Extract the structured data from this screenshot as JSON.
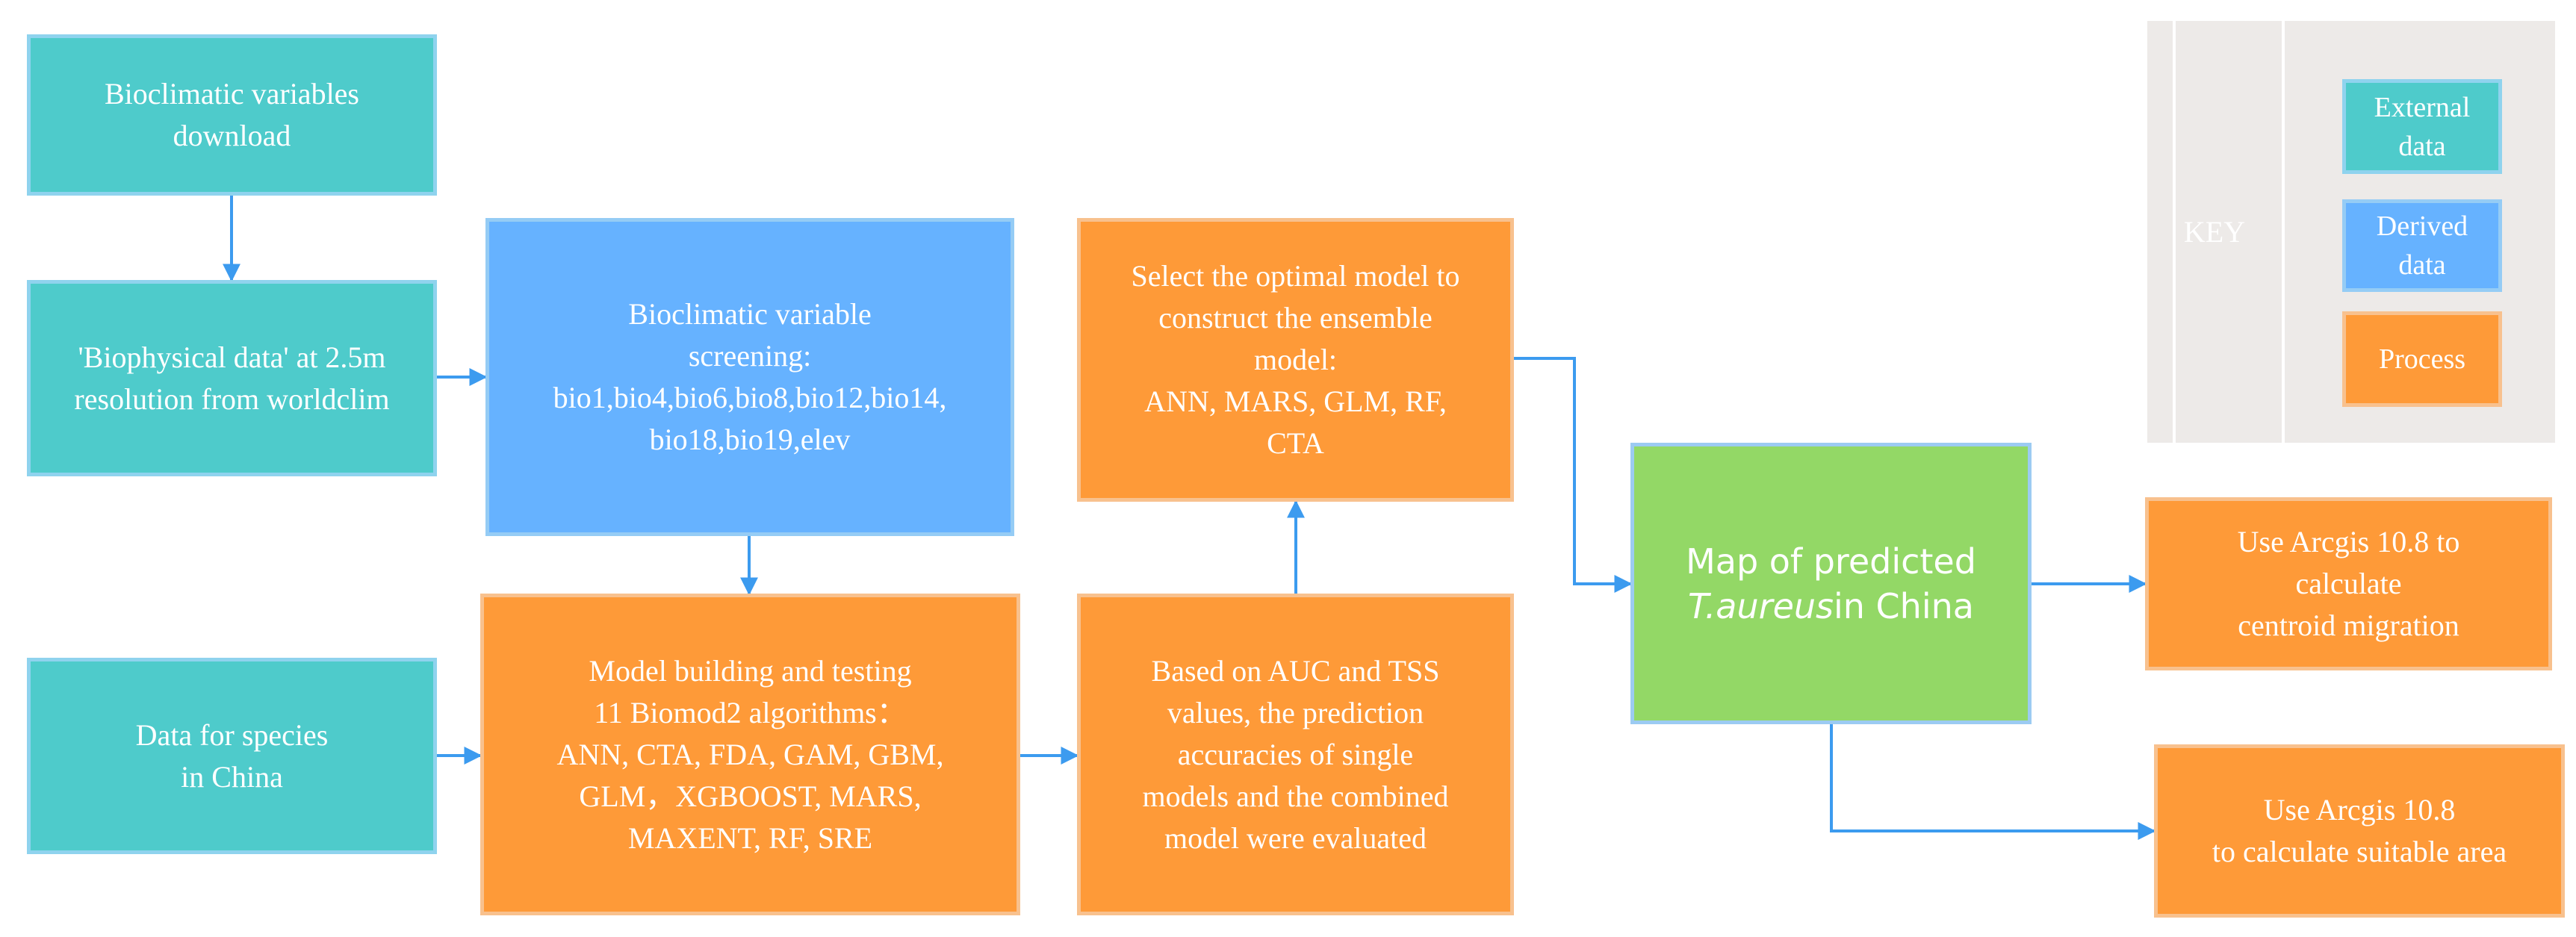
{
  "colors": {
    "external": "#4ECBCB",
    "derived": "#66B2FF",
    "process": "#FE9A38",
    "result": "#93D866",
    "arrow": "#3C9BEF",
    "key_panel": "#EDEAE8"
  },
  "nodes": {
    "bioclim_download": [
      "Bioclimatic variables",
      "download"
    ],
    "biophysical_data": [
      "'Biophysical data' at 2.5m",
      "resolution from worldclim"
    ],
    "species_data": [
      "Data for species",
      "in China"
    ],
    "variable_screening": [
      "Bioclimatic variable",
      "screening:",
      "bio1,bio4,bio6,bio8,bio12,bio14,",
      "bio18,bio19,elev"
    ],
    "model_building": [
      "Model building and testing",
      "11 Biomod2 algorithms：",
      "ANN, CTA, FDA, GAM, GBM,",
      "GLM，XGBOOST, MARS,",
      "MAXENT, RF, SRE"
    ],
    "evaluation": [
      "Based on AUC and TSS",
      "values, the prediction",
      "accuracies of single",
      "models and the combined",
      "model were evaluated"
    ],
    "ensemble_selection": [
      "Select the optimal model to",
      "construct the ensemble",
      "model:",
      "ANN,  MARS, GLM, RF,",
      "CTA"
    ],
    "prediction_map": {
      "line1": "Map of  predicted",
      "species": "T.aureus",
      "suffix": "in China"
    },
    "centroid_migration": [
      "Use Arcgis 10.8  to",
      "calculate",
      "centroid migration"
    ],
    "suitable_area": [
      "Use Arcgis 10.8",
      "to calculate suitable area"
    ]
  },
  "key": {
    "title": "KEY",
    "external": [
      "External",
      "data"
    ],
    "derived": [
      "Derived",
      "data"
    ],
    "process": [
      "Process"
    ]
  }
}
